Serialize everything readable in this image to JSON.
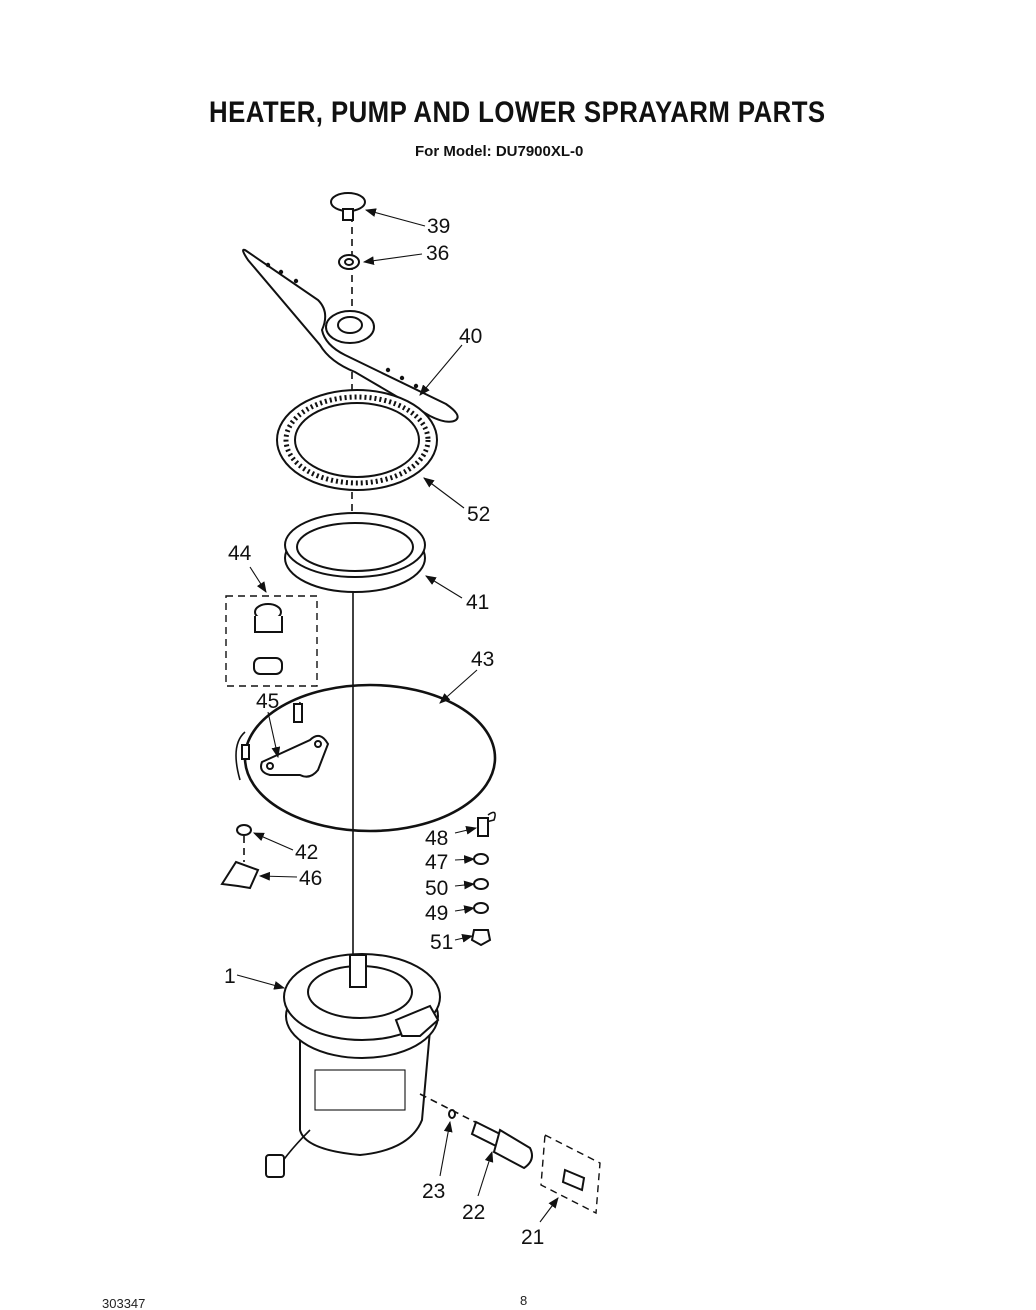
{
  "title": "HEATER, PUMP AND LOWER SPRAYARM PARTS",
  "subtitle": "For Model: DU7900XL-0",
  "footer": {
    "doc_number": "303347",
    "page_number": "8"
  },
  "callouts": {
    "c39": "39",
    "c36": "36",
    "c40": "40",
    "c52": "52",
    "c41": "41",
    "c44": "44",
    "c43": "43",
    "c45": "45",
    "c48": "48",
    "c47": "47",
    "c50": "50",
    "c49": "49",
    "c51": "51",
    "c42": "42",
    "c46": "46",
    "c1": "1",
    "c23": "23",
    "c22": "22",
    "c21": "21"
  }
}
